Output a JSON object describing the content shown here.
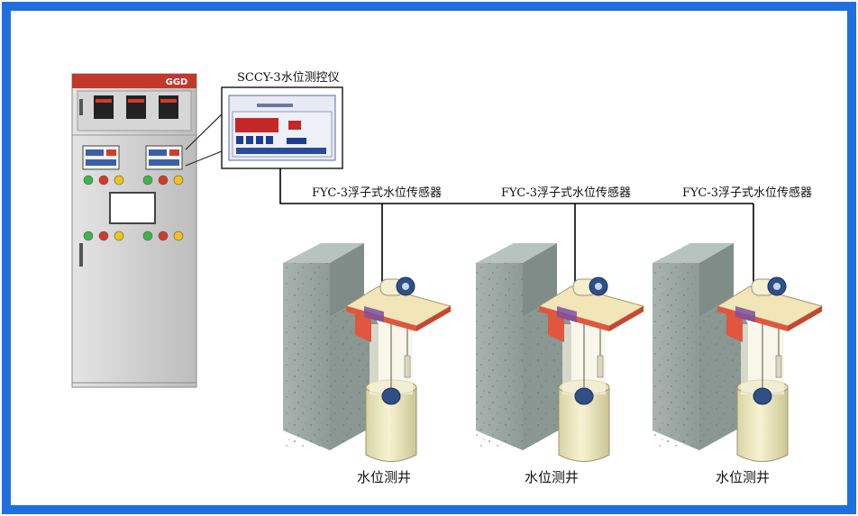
{
  "cabinet": {
    "badge": "GGD"
  },
  "controller": {
    "label": "SCCY-3水位测控仪"
  },
  "sensors": [
    {
      "label": "FYC-3浮子式水位传感器"
    },
    {
      "label": "FYC-3浮子式水位传感器"
    },
    {
      "label": "FYC-3浮子式水位传感器"
    }
  ],
  "wells": [
    {
      "label": "水位测井"
    },
    {
      "label": "水位测井"
    },
    {
      "label": "水位测井"
    }
  ],
  "colors": {
    "border": "#1f6fe0",
    "cabinet_body": "#cfcfcf",
    "cabinet_top": "#c0392b",
    "concrete": "#9aa7a3",
    "plate": "#f2e6b8",
    "bracket": "#e0563e",
    "pipe": "#f1edc4",
    "float": "#2f4f85",
    "wire": "#000000"
  }
}
